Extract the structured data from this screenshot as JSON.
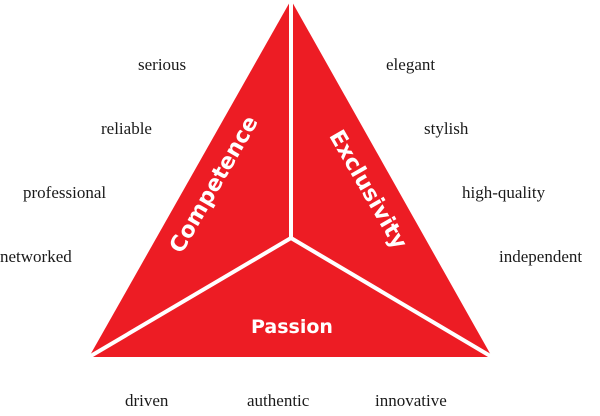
{
  "diagram": {
    "colors": {
      "triangle_fill": "#ed1c24",
      "divider": "#ffffff",
      "text": "#1a1a1a"
    },
    "segments": {
      "left": "Competence",
      "right": "Exclusivity",
      "bottom": "Passion"
    },
    "left_attributes": [
      "serious",
      "reliable",
      "professional",
      "networked"
    ],
    "right_attributes": [
      "elegant",
      "stylish",
      "high-quality",
      "independent"
    ],
    "bottom_attributes": [
      "driven",
      "authentic",
      "innovative"
    ]
  }
}
